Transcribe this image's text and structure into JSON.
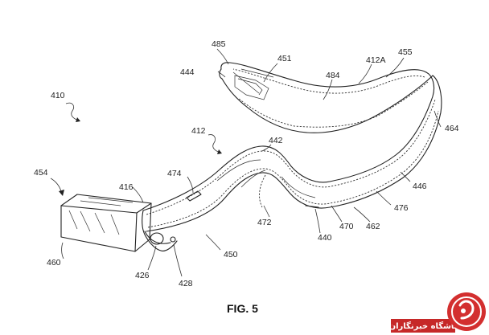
{
  "caption": "FIG. 5",
  "labels": {
    "l485": "485",
    "l451": "451",
    "l412A": "412A",
    "l455": "455",
    "l444": "444",
    "l484": "484",
    "l410": "410",
    "l464": "464",
    "l412": "412",
    "l442": "442",
    "l454": "454",
    "l474": "474",
    "l416": "416",
    "l446": "446",
    "l476": "476",
    "l472": "472",
    "l470": "470",
    "l462": "462",
    "l440": "440",
    "l450": "450",
    "l460": "460",
    "l426": "426",
    "l428": "428"
  },
  "watermark": {
    "text": "باشگاه خبرنگاران"
  },
  "colors": {
    "ink": "#222222",
    "watermark": "#c62828"
  }
}
